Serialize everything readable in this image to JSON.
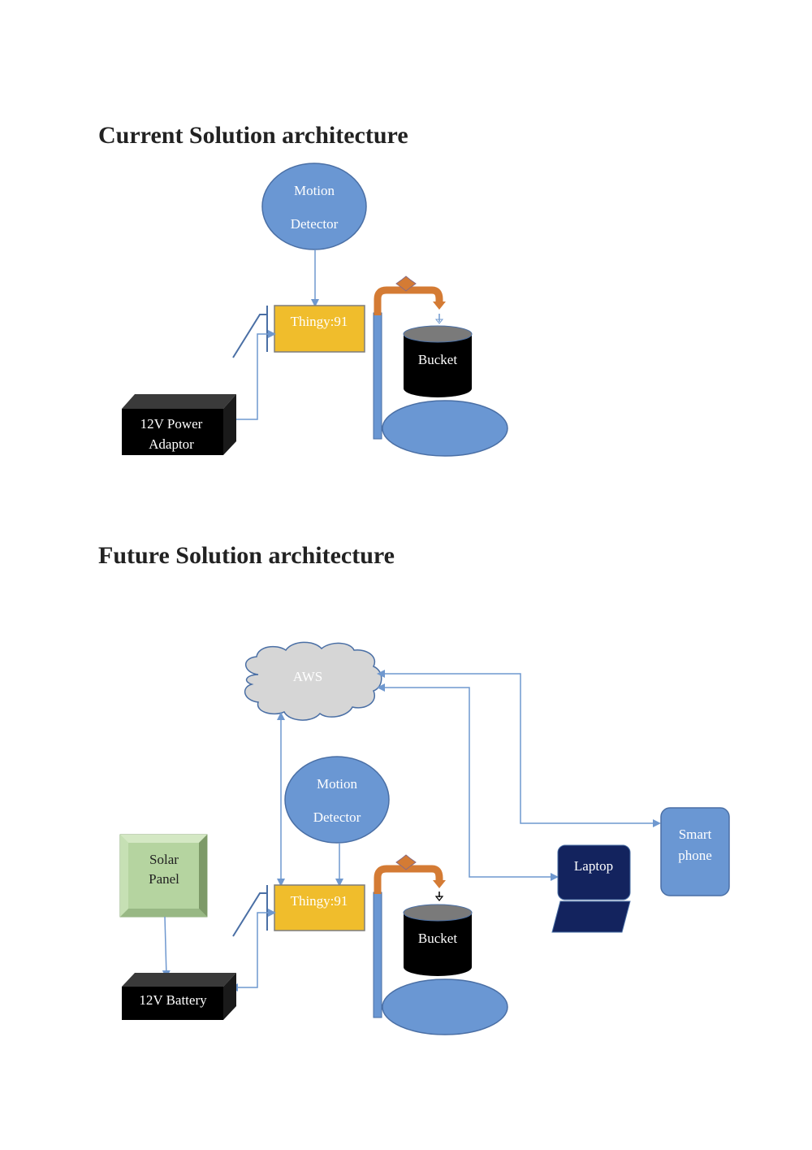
{
  "sections": [
    {
      "title": "Current Solution architecture",
      "nodes": {
        "motion_detector": {
          "line1": "Motion",
          "line2": "Detector"
        },
        "thingy": "Thingy:91",
        "bucket": "Bucket",
        "power": {
          "line1": "12V Power",
          "line2": "Adaptor"
        }
      }
    },
    {
      "title": "Future Solution architecture",
      "nodes": {
        "aws": "AWS",
        "motion_detector": {
          "line1": "Motion",
          "line2": "Detector"
        },
        "thingy": "Thingy:91",
        "bucket": "Bucket",
        "solar": {
          "line1": "Solar",
          "line2": "Panel"
        },
        "battery": "12V Battery",
        "laptop": "Laptop",
        "phone": {
          "line1": "Smart",
          "line2": "phone"
        }
      }
    }
  ],
  "colors": {
    "blue_shape": "#6a97d3",
    "blue_stroke": "#4a6fa5",
    "connector": "#6f98cf",
    "thingy_fill": "#f0bd2c",
    "pipe_orange": "#d47b34",
    "navy": "#13235e",
    "solar_green": "#b5d4a0",
    "aws_gray": "#d6d6d6"
  }
}
